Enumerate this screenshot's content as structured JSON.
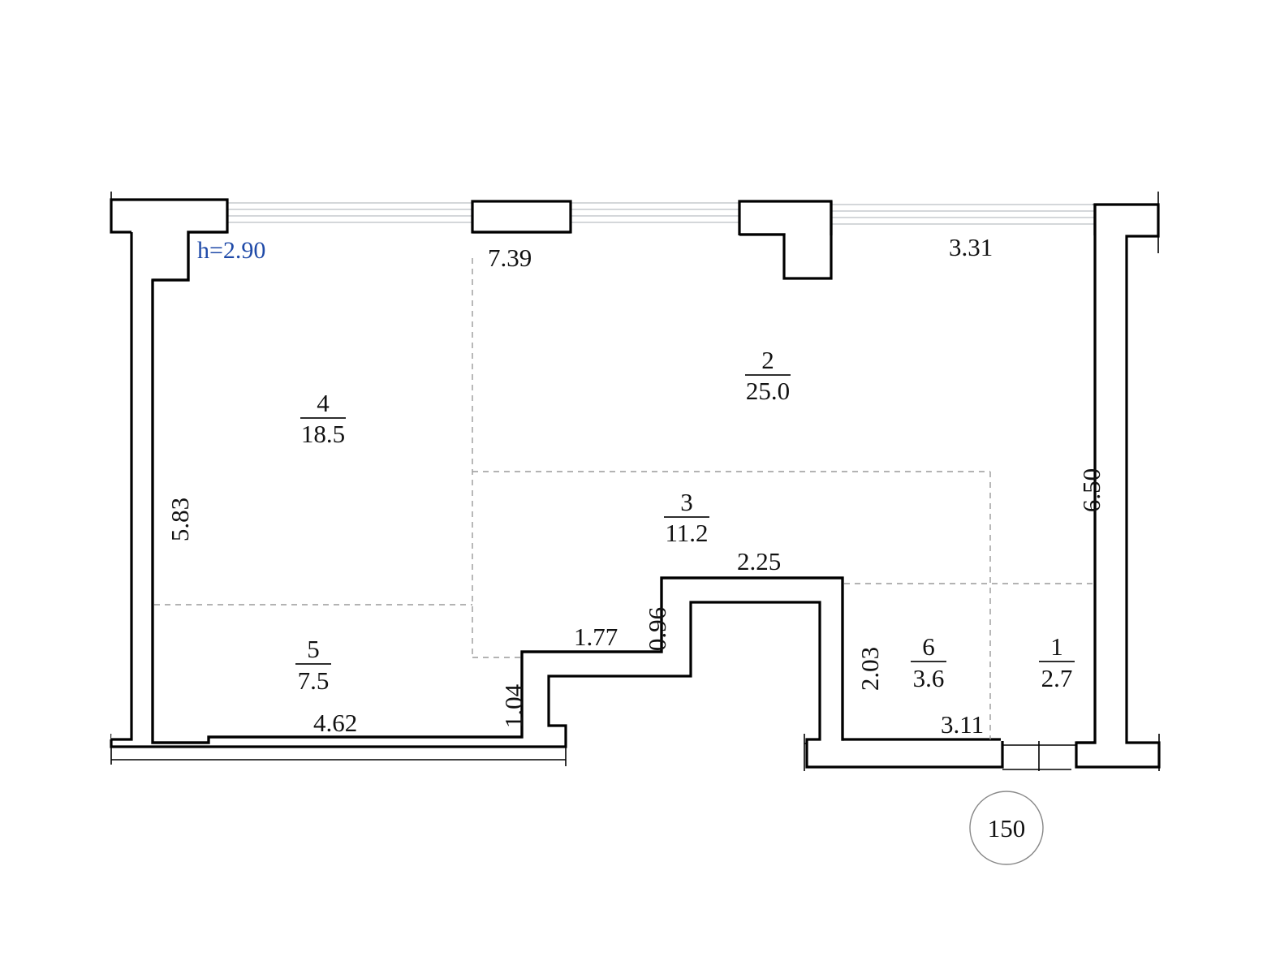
{
  "ceiling_height": "h=2.90",
  "rooms": [
    {
      "id": "1",
      "area": "2.7"
    },
    {
      "id": "2",
      "area": "25.0"
    },
    {
      "id": "3",
      "area": "11.2"
    },
    {
      "id": "4",
      "area": "18.5"
    },
    {
      "id": "5",
      "area": "7.5"
    },
    {
      "id": "6",
      "area": "3.6"
    }
  ],
  "dimensions": {
    "top_left": "7.39",
    "top_right": "3.31",
    "left_wall": "5.83",
    "right_wall": "6.50",
    "bottom_left": "4.62",
    "step_1": "1.04",
    "step_2": "1.77",
    "step_3": "0.96",
    "step_top": "2.25",
    "niche_side": "2.03",
    "bottom_right": "3.11"
  },
  "plan_number": "150"
}
